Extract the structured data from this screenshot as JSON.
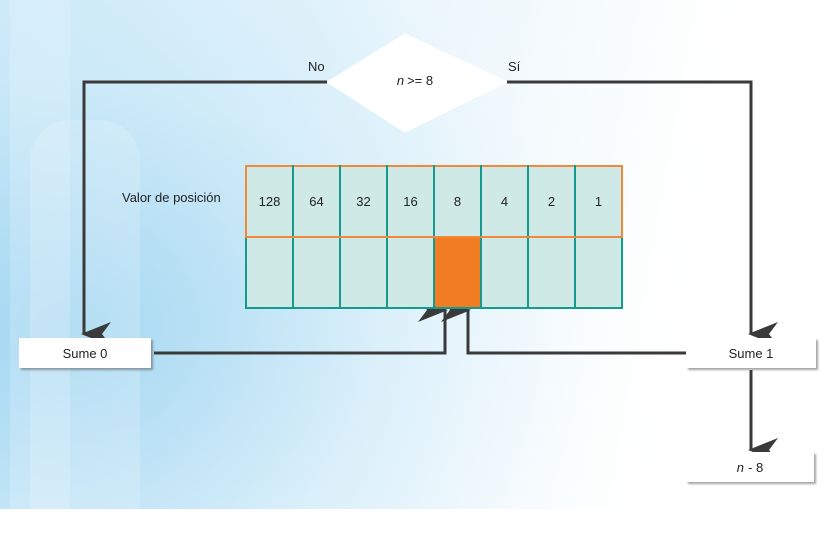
{
  "decision": {
    "var": "n",
    "condition": ">= 8",
    "no_label": "No",
    "yes_label": "Sí"
  },
  "row_label": "Valor de posición",
  "place_values": [
    "128",
    "64",
    "32",
    "16",
    "8",
    "4",
    "2",
    "1"
  ],
  "highlight_index": 4,
  "left_box": "Sume 0",
  "right_box": "Sume 1",
  "result_box": {
    "var": "n",
    "rest": "- 8"
  },
  "colors": {
    "accent": "#f27c21",
    "orange_border": "#f08a3a",
    "teal_border": "#159a90",
    "cell_fill": "#cfe9e6",
    "wire": "#3a3a3a"
  }
}
